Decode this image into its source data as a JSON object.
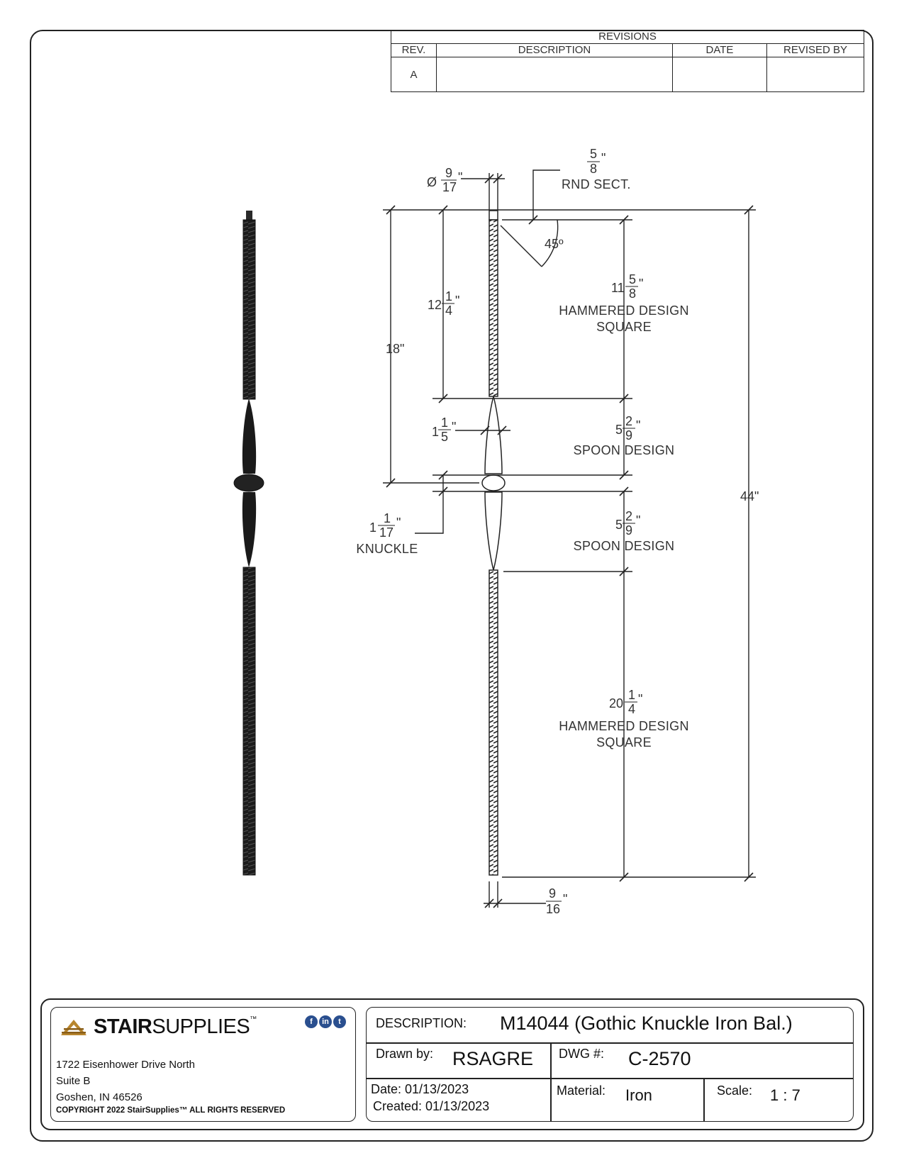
{
  "revisions": {
    "title": "REVISIONS",
    "columns": [
      "REV.",
      "DESCRIPTION",
      "DATE",
      "REVISED BY"
    ],
    "rows": [
      {
        "rev": "A",
        "description": "",
        "date": "",
        "revised_by": ""
      }
    ]
  },
  "dimensions": {
    "top_diameter": {
      "symbol": "Ø",
      "num": "9",
      "den": "17"
    },
    "round_section": {
      "num": "5",
      "den": "8",
      "label": "RND SECT."
    },
    "angle": "45º",
    "upper_square": {
      "whole": "11",
      "num": "5",
      "den": "8",
      "label1": "HAMMERED DESIGN",
      "label2": "SQUARE"
    },
    "upper_spoon": {
      "whole": "5",
      "num": "2",
      "den": "9",
      "label": "SPOON DESIGN"
    },
    "lower_spoon": {
      "whole": "5",
      "num": "2",
      "den": "9",
      "label": "SPOON DESIGN"
    },
    "lower_square": {
      "whole": "20",
      "num": "1",
      "den": "4",
      "label1": "HAMMERED DESIGN",
      "label2": "SQUARE"
    },
    "top_length": {
      "whole": "12",
      "num": "1",
      "den": "4"
    },
    "knuckle_height": "18\"",
    "spoon_width": {
      "whole": "1",
      "num": "1",
      "den": "5"
    },
    "knuckle": {
      "whole": "1",
      "num": "1",
      "den": "17",
      "label": "KNUCKLE"
    },
    "overall": "44\"",
    "bottom_width": {
      "num": "9",
      "den": "16"
    }
  },
  "company": {
    "logo_bold": "STAIR",
    "logo_light": "SUPPLIES",
    "tm": "™",
    "address": [
      "1722 Eisenhower Drive North",
      "Suite B",
      "Goshen, IN 46526"
    ],
    "copyright": "COPYRIGHT 2022 StairSupplies™ ALL RIGHTS RESERVED",
    "social": [
      "f",
      "in",
      "t"
    ],
    "social_icons": [
      "facebook-icon",
      "linkedin-icon",
      "twitter-icon"
    ]
  },
  "title_block": {
    "description_label": "DESCRIPTION:",
    "description_value": "M14044 (Gothic Knuckle Iron Bal.)",
    "drawn_by_label": "Drawn by:",
    "drawn_by_value": "RSAGRE",
    "dwg_label": "DWG #:",
    "dwg_value": "C-2570",
    "date_line": "Date: 01/13/2023",
    "created_line": "Created: 01/13/2023",
    "material_label": "Material:",
    "material_value": "Iron",
    "scale_label": "Scale:",
    "scale_value": "1 : 7"
  },
  "colors": {
    "line": "#222222",
    "iron": "#1c1c1c",
    "logo_accent": "#b8862e",
    "social": "#2a4f8f"
  }
}
